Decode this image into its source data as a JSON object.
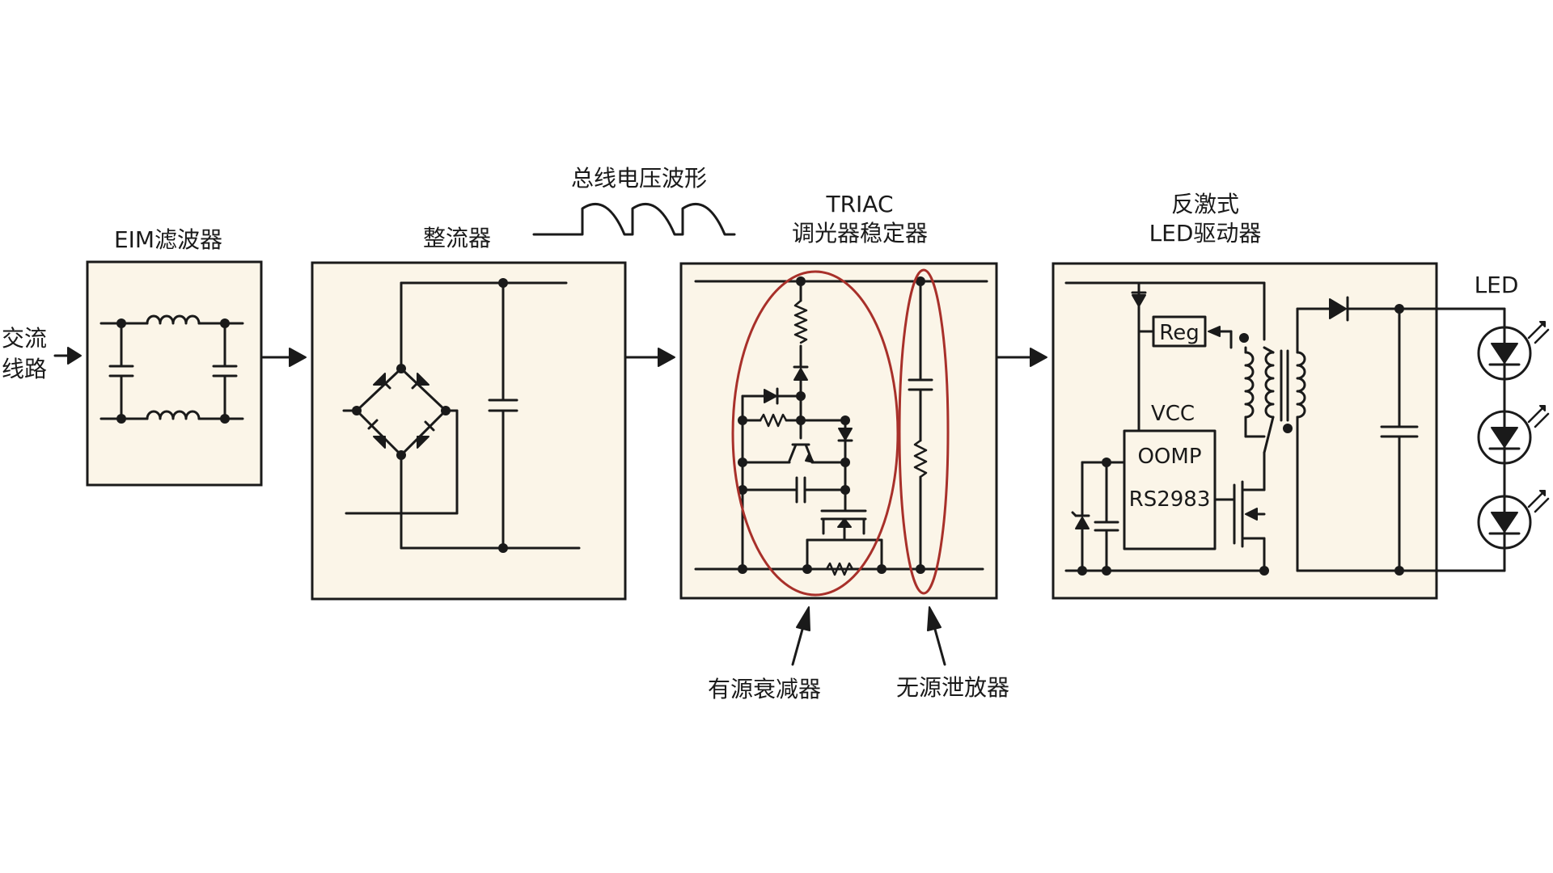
{
  "labels": {
    "ac_line_1": "交流",
    "ac_line_2": "线路",
    "emi_filter": "EIM滤波器",
    "rectifier": "整流器",
    "bus_waveform": "总线电压波形",
    "triac_1": "TRIAC",
    "triac_2": "调光器稳定器",
    "flyback_1": "反激式",
    "flyback_2": "LED驱动器",
    "led": "LED",
    "reg": "Reg",
    "vcc": "VCC",
    "chip_1": "OOMP",
    "chip_2": "RS2983",
    "active_damper": "有源衰减器",
    "passive_bleeder": "无源泄放器"
  },
  "colors": {
    "block_fill": "#fbf5e8",
    "line": "#1a1a1a",
    "highlight_ring": "#a8302a"
  }
}
